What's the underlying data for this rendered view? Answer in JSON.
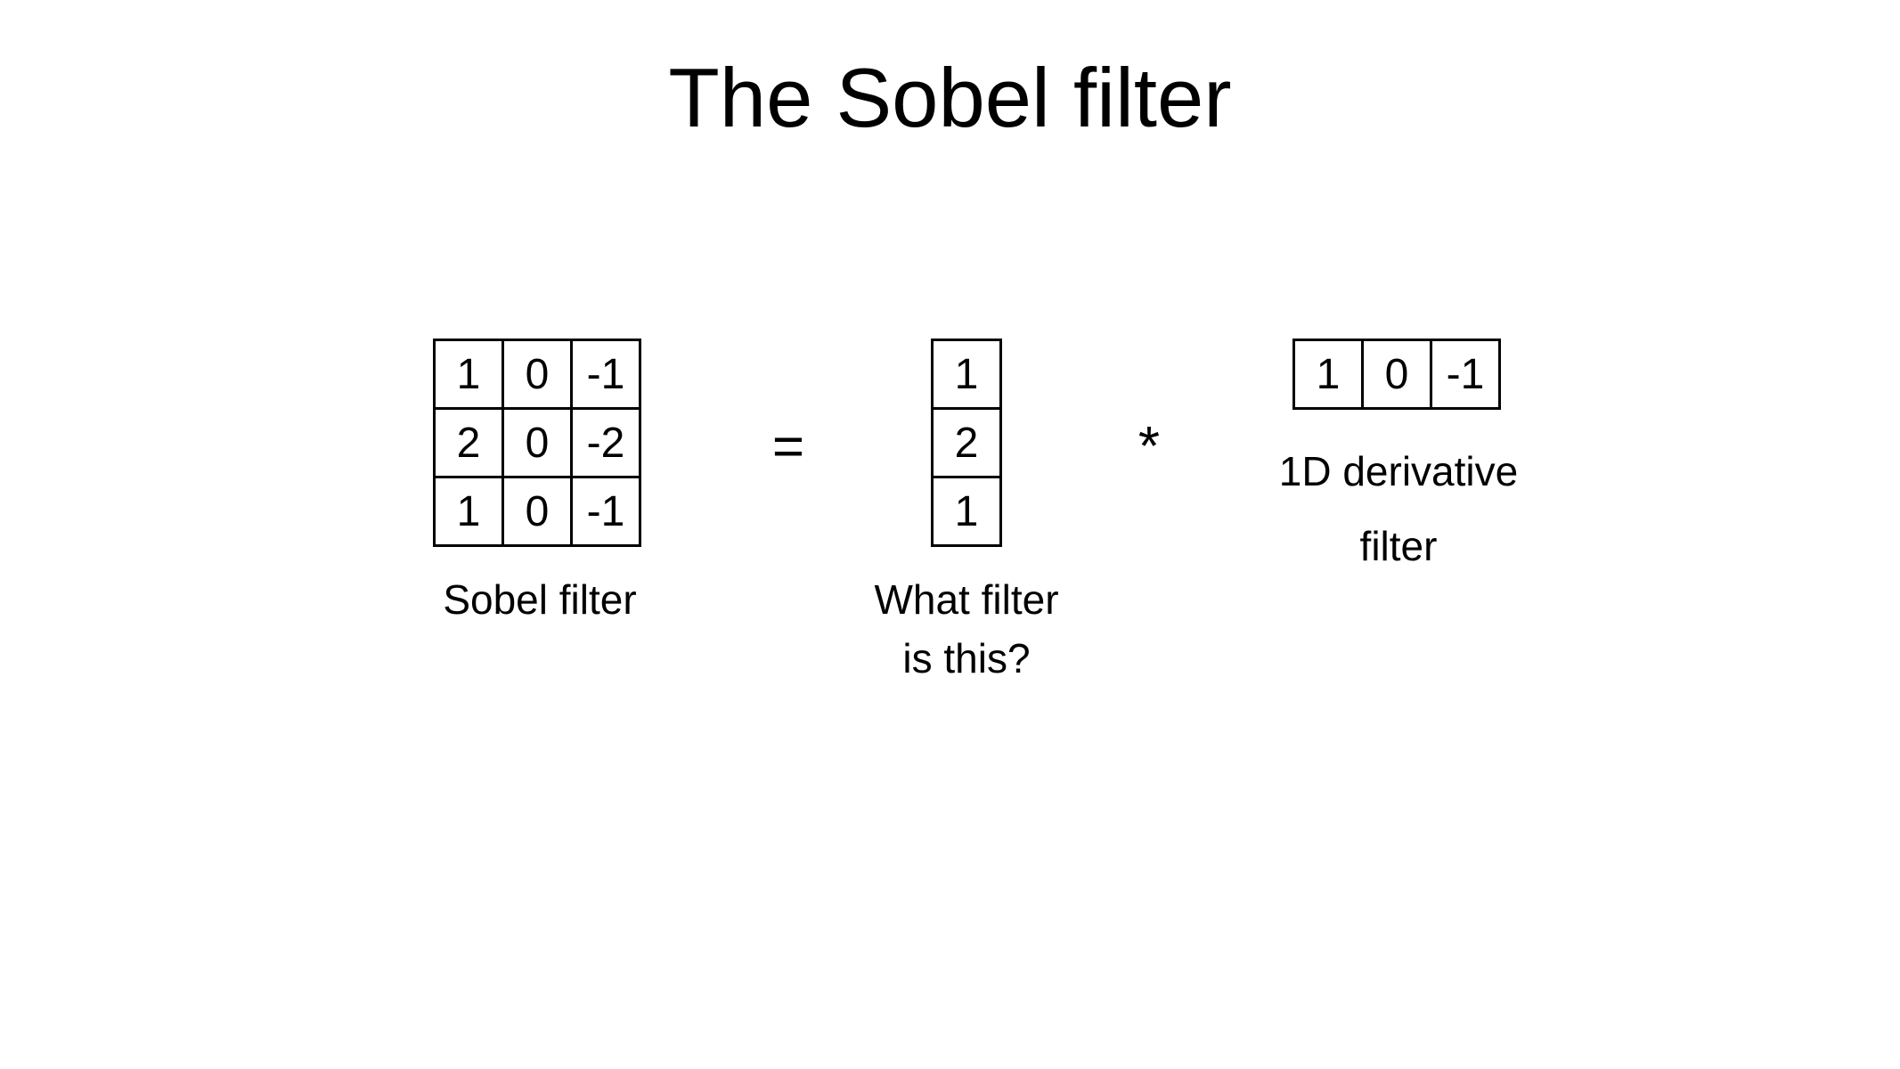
{
  "title": "The Sobel filter",
  "sobel": {
    "rows": [
      [
        "1",
        "0",
        "-1"
      ],
      [
        "2",
        "0",
        "-2"
      ],
      [
        "1",
        "0",
        "-1"
      ]
    ],
    "label": "Sobel filter"
  },
  "equals_sign": "=",
  "column_filter": {
    "cells": [
      "1",
      "2",
      "1"
    ],
    "label_line1": "What filter",
    "label_line2": "is this?"
  },
  "convolution_sign": "*",
  "derivative_filter": {
    "cells": [
      "1",
      "0",
      "-1"
    ],
    "label_line1": "1D derivative",
    "label_line2": "filter"
  }
}
